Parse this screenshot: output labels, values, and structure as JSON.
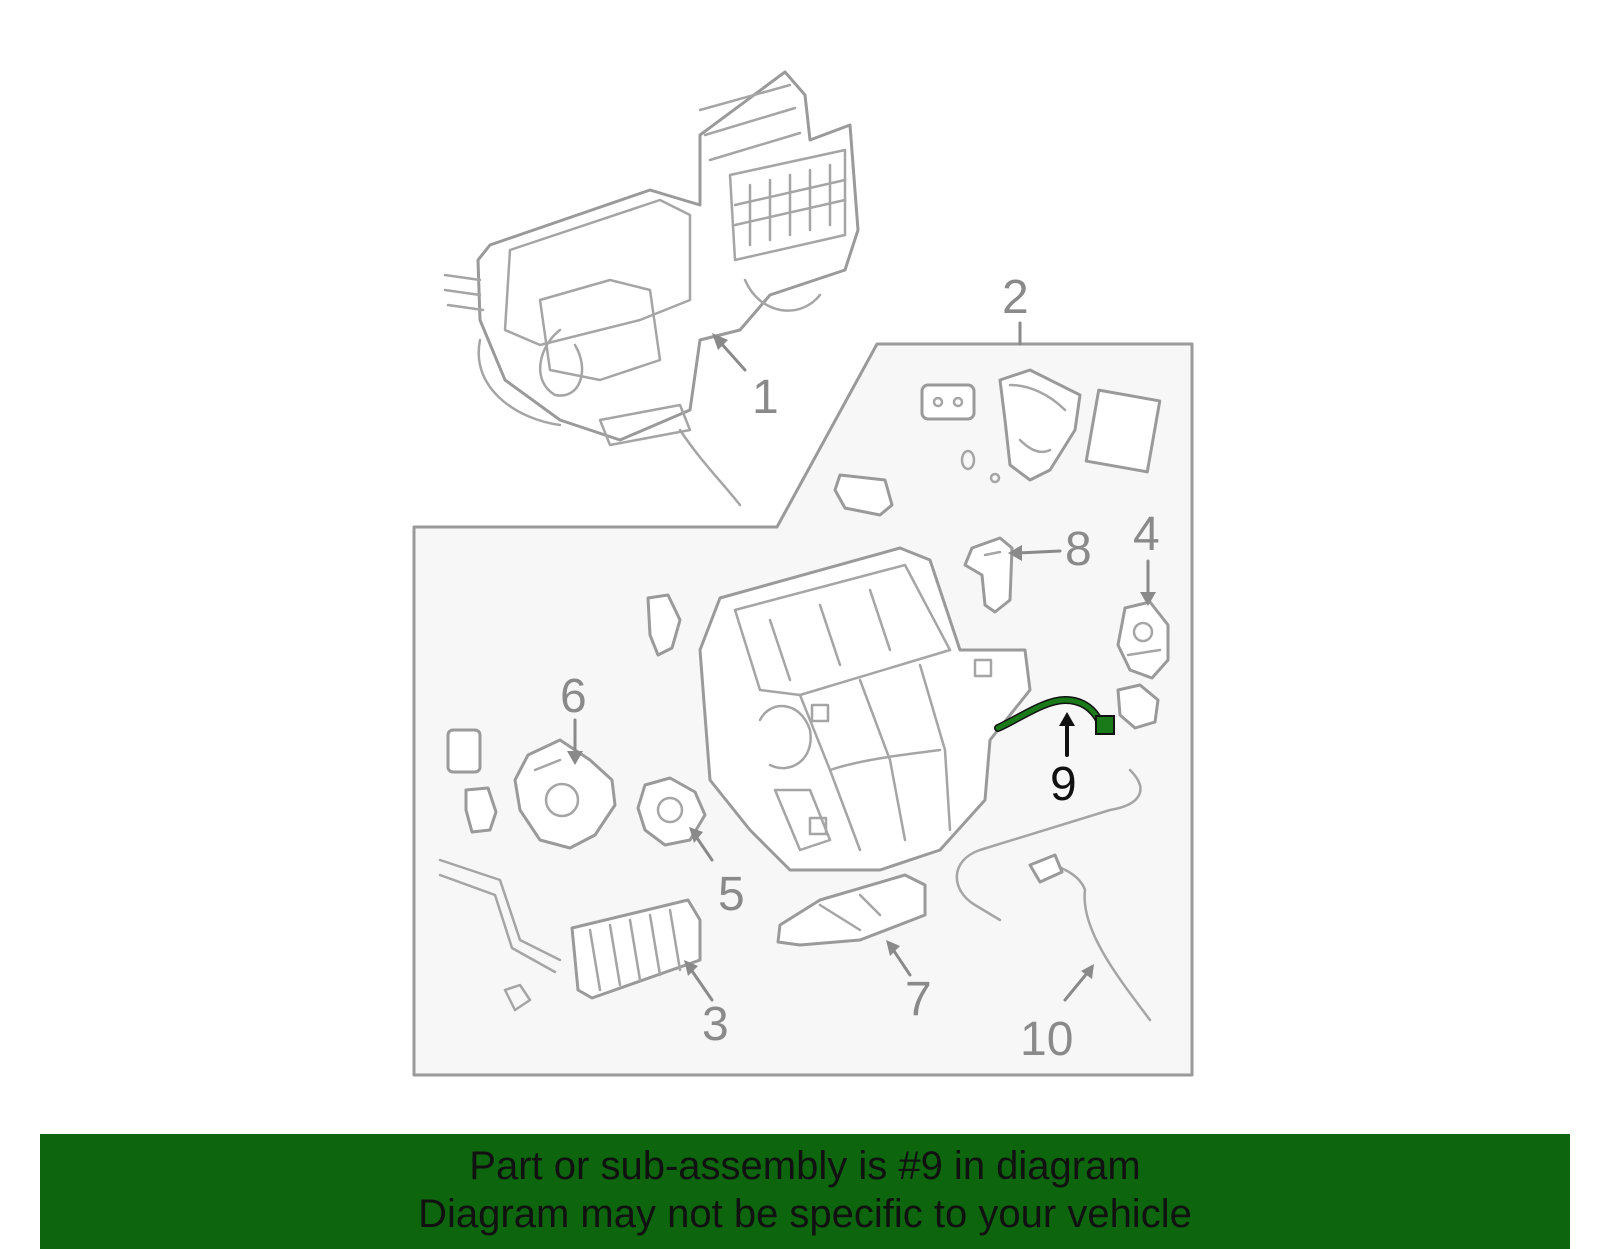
{
  "callouts": [
    {
      "id": "1",
      "label": "1"
    },
    {
      "id": "2",
      "label": "2"
    },
    {
      "id": "3",
      "label": "3"
    },
    {
      "id": "4",
      "label": "4"
    },
    {
      "id": "5",
      "label": "5"
    },
    {
      "id": "6",
      "label": "6"
    },
    {
      "id": "7",
      "label": "7"
    },
    {
      "id": "8",
      "label": "8"
    },
    {
      "id": "9",
      "label": "9"
    },
    {
      "id": "10",
      "label": "10"
    }
  ],
  "highlighted_part": "9",
  "colors": {
    "banner_background": "#0d650d",
    "highlight_part": "#1a7a1a",
    "part_outline": "#9a9a9a",
    "panel_fill": "#f7f7f7"
  },
  "banner": {
    "line1": "Part or sub-assembly is #9 in diagram",
    "line2": "Diagram may not be specific to your vehicle"
  }
}
